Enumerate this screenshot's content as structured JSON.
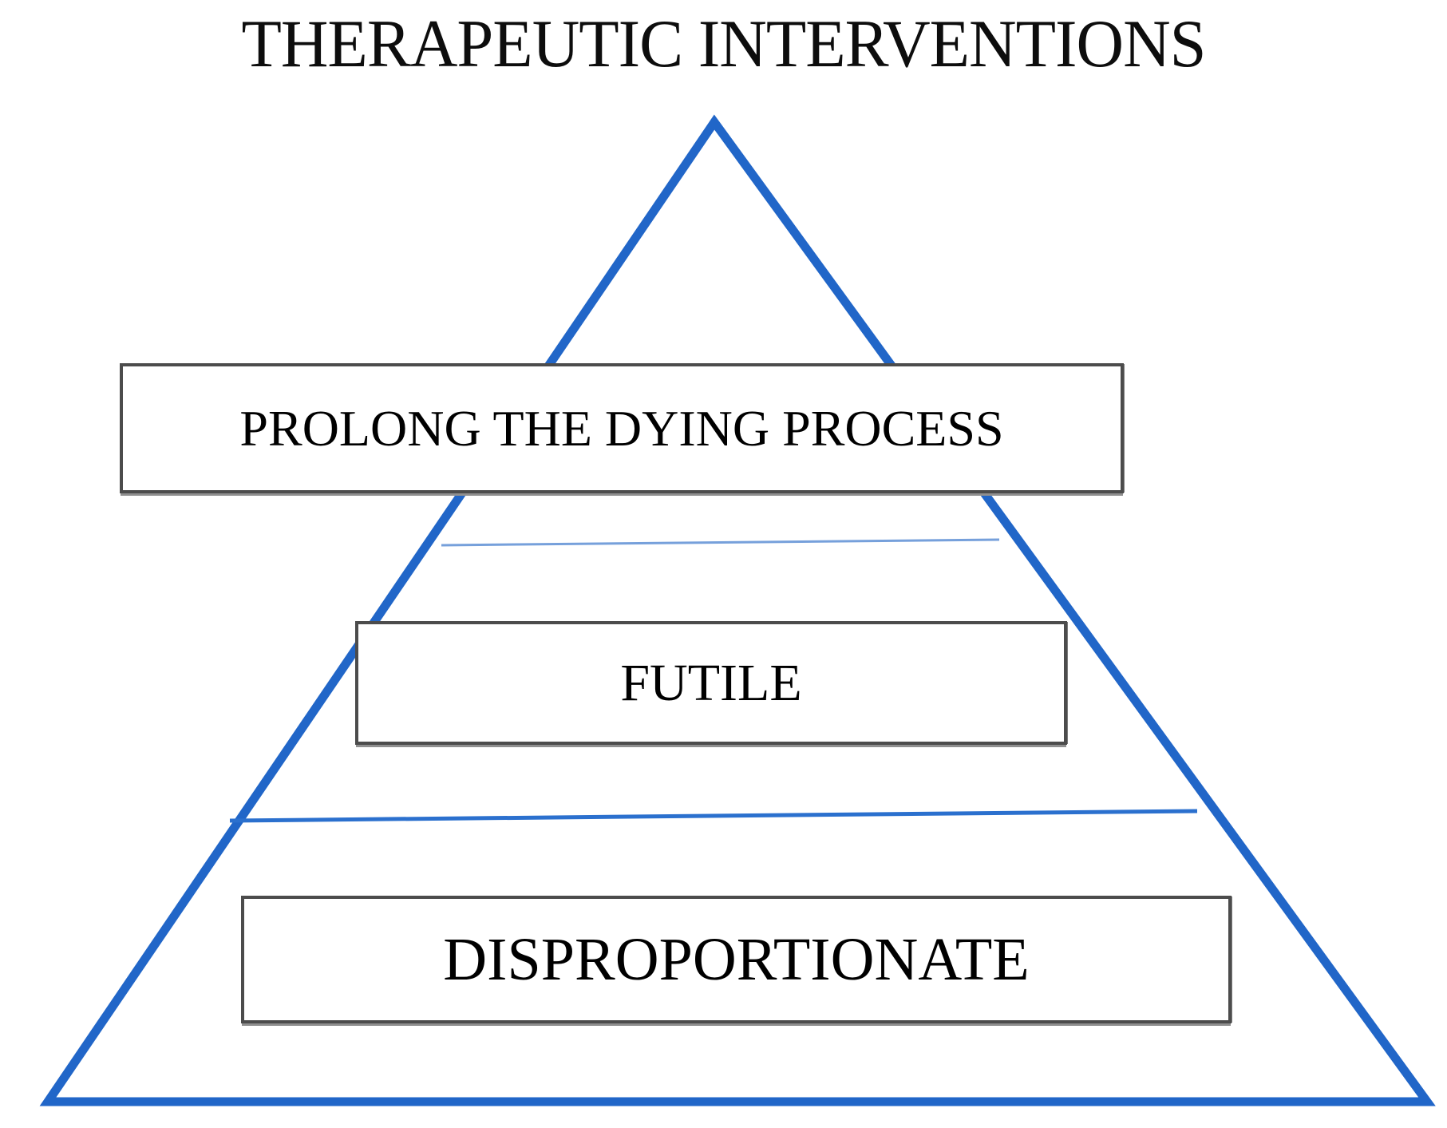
{
  "title": "THERAPEUTIC INTERVENTIONS",
  "pyramid": {
    "levels": [
      {
        "label": "PROLONG THE DYING PROCESS"
      },
      {
        "label": "FUTILE"
      },
      {
        "label": "DISPROPORTIONATE"
      }
    ],
    "colors": {
      "outline": "#2166C8",
      "divider_upper": "#76A0DB",
      "divider_lower": "#2B70CE",
      "box_border": "#4C4C4C",
      "box_fill": "#FFFFFF",
      "text": "#000000"
    }
  }
}
